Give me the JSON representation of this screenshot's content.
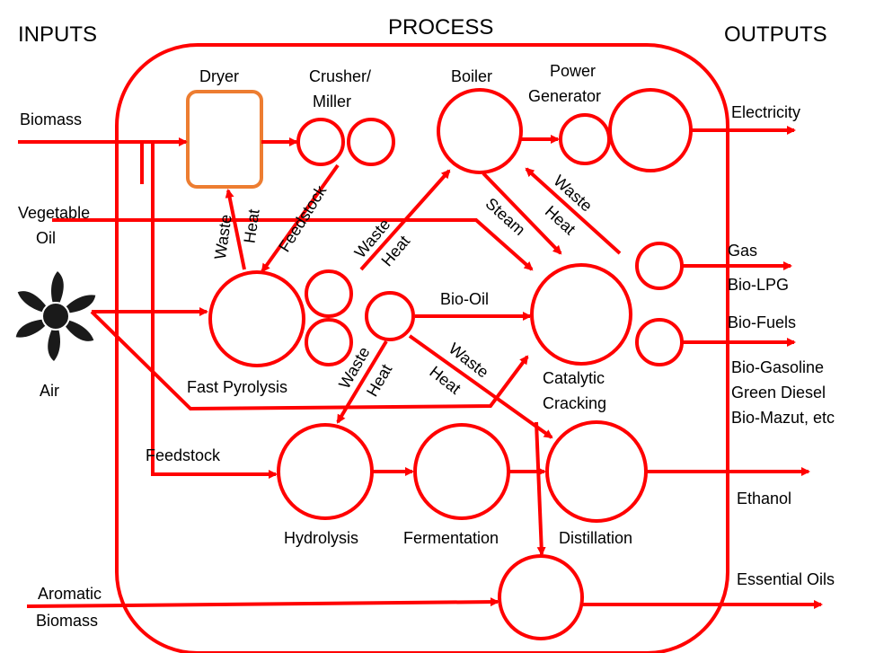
{
  "headers": {
    "inputs": "INPUTS",
    "process": "PROCESS",
    "outputs": "OUTPUTS"
  },
  "inputs": {
    "biomass": "Biomass",
    "vegetable_oil": [
      "Vegetable",
      "Oil"
    ],
    "air": "Air",
    "aromatic_biomass": [
      "Aromatic",
      "Biomass"
    ]
  },
  "units": {
    "dryer": "Dryer",
    "crusher": [
      "Crusher/",
      "Miller"
    ],
    "boiler": "Boiler",
    "power_generator": [
      "Power",
      "Generator"
    ],
    "fast_pyrolysis": "Fast Pyrolysis",
    "catalytic_cracking": [
      "Catalytic",
      "Cracking"
    ],
    "hydrolysis": "Hydrolysis",
    "fermentation": "Fermentation",
    "distillation": "Distillation"
  },
  "flows": {
    "feedstock_diag": "Feedstock",
    "feedstock_lower": "Feedstock",
    "waste": "Waste",
    "heat": "Heat",
    "steam": "Steam",
    "bio_oil": "Bio-Oil"
  },
  "outputs": {
    "electricity": "Electricity",
    "gas": "Gas",
    "bio_lpg": "Bio-LPG",
    "bio_fuels": "Bio-Fuels",
    "bio_gasoline": "Bio-Gasoline",
    "green_diesel": "Green Diesel",
    "bio_mazut": "Bio-Mazut, etc",
    "ethanol": "Ethanol",
    "essential_oils": "Essential Oils"
  },
  "colors": {
    "line": "#ff0000",
    "dryer": "#ed7d31",
    "icon": "#1a1a1a"
  }
}
